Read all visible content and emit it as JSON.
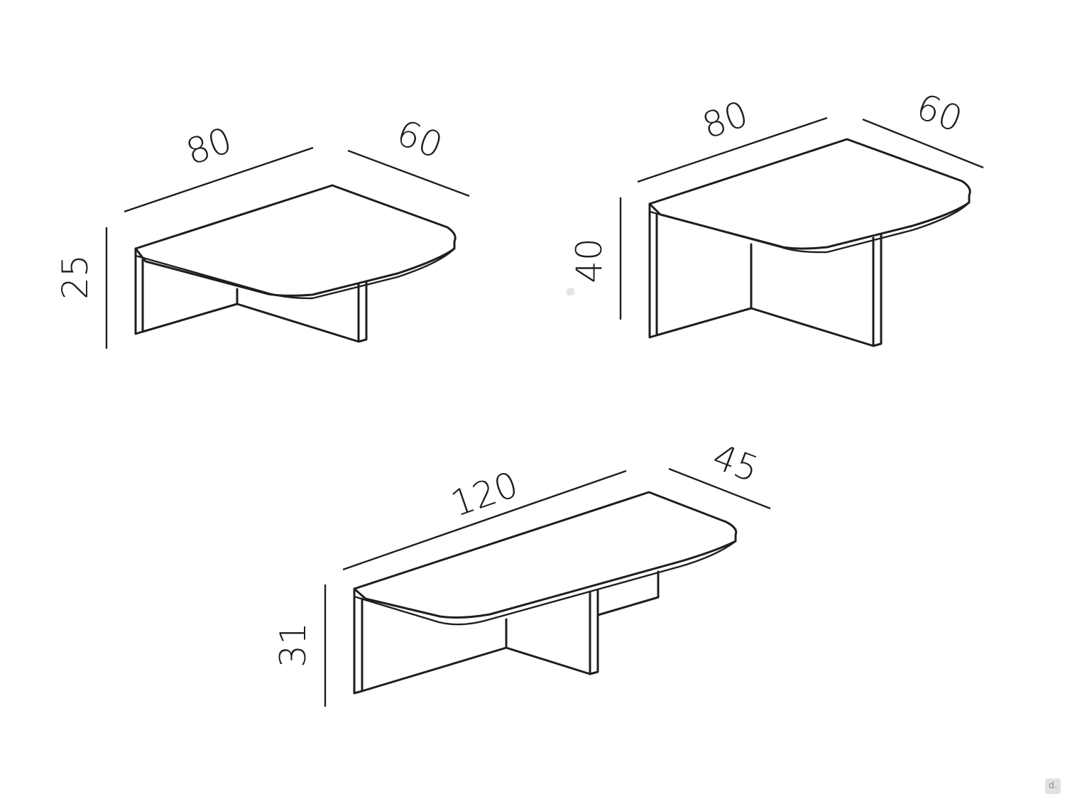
{
  "tables": [
    {
      "id": "small",
      "width_label": "80",
      "depth_label": "60",
      "height_label": "25"
    },
    {
      "id": "tall",
      "width_label": "80",
      "depth_label": "60",
      "height_label": "40"
    },
    {
      "id": "long",
      "width_label": "120",
      "depth_label": "45",
      "height_label": "31"
    }
  ],
  "watermark": {
    "letter": "d."
  }
}
